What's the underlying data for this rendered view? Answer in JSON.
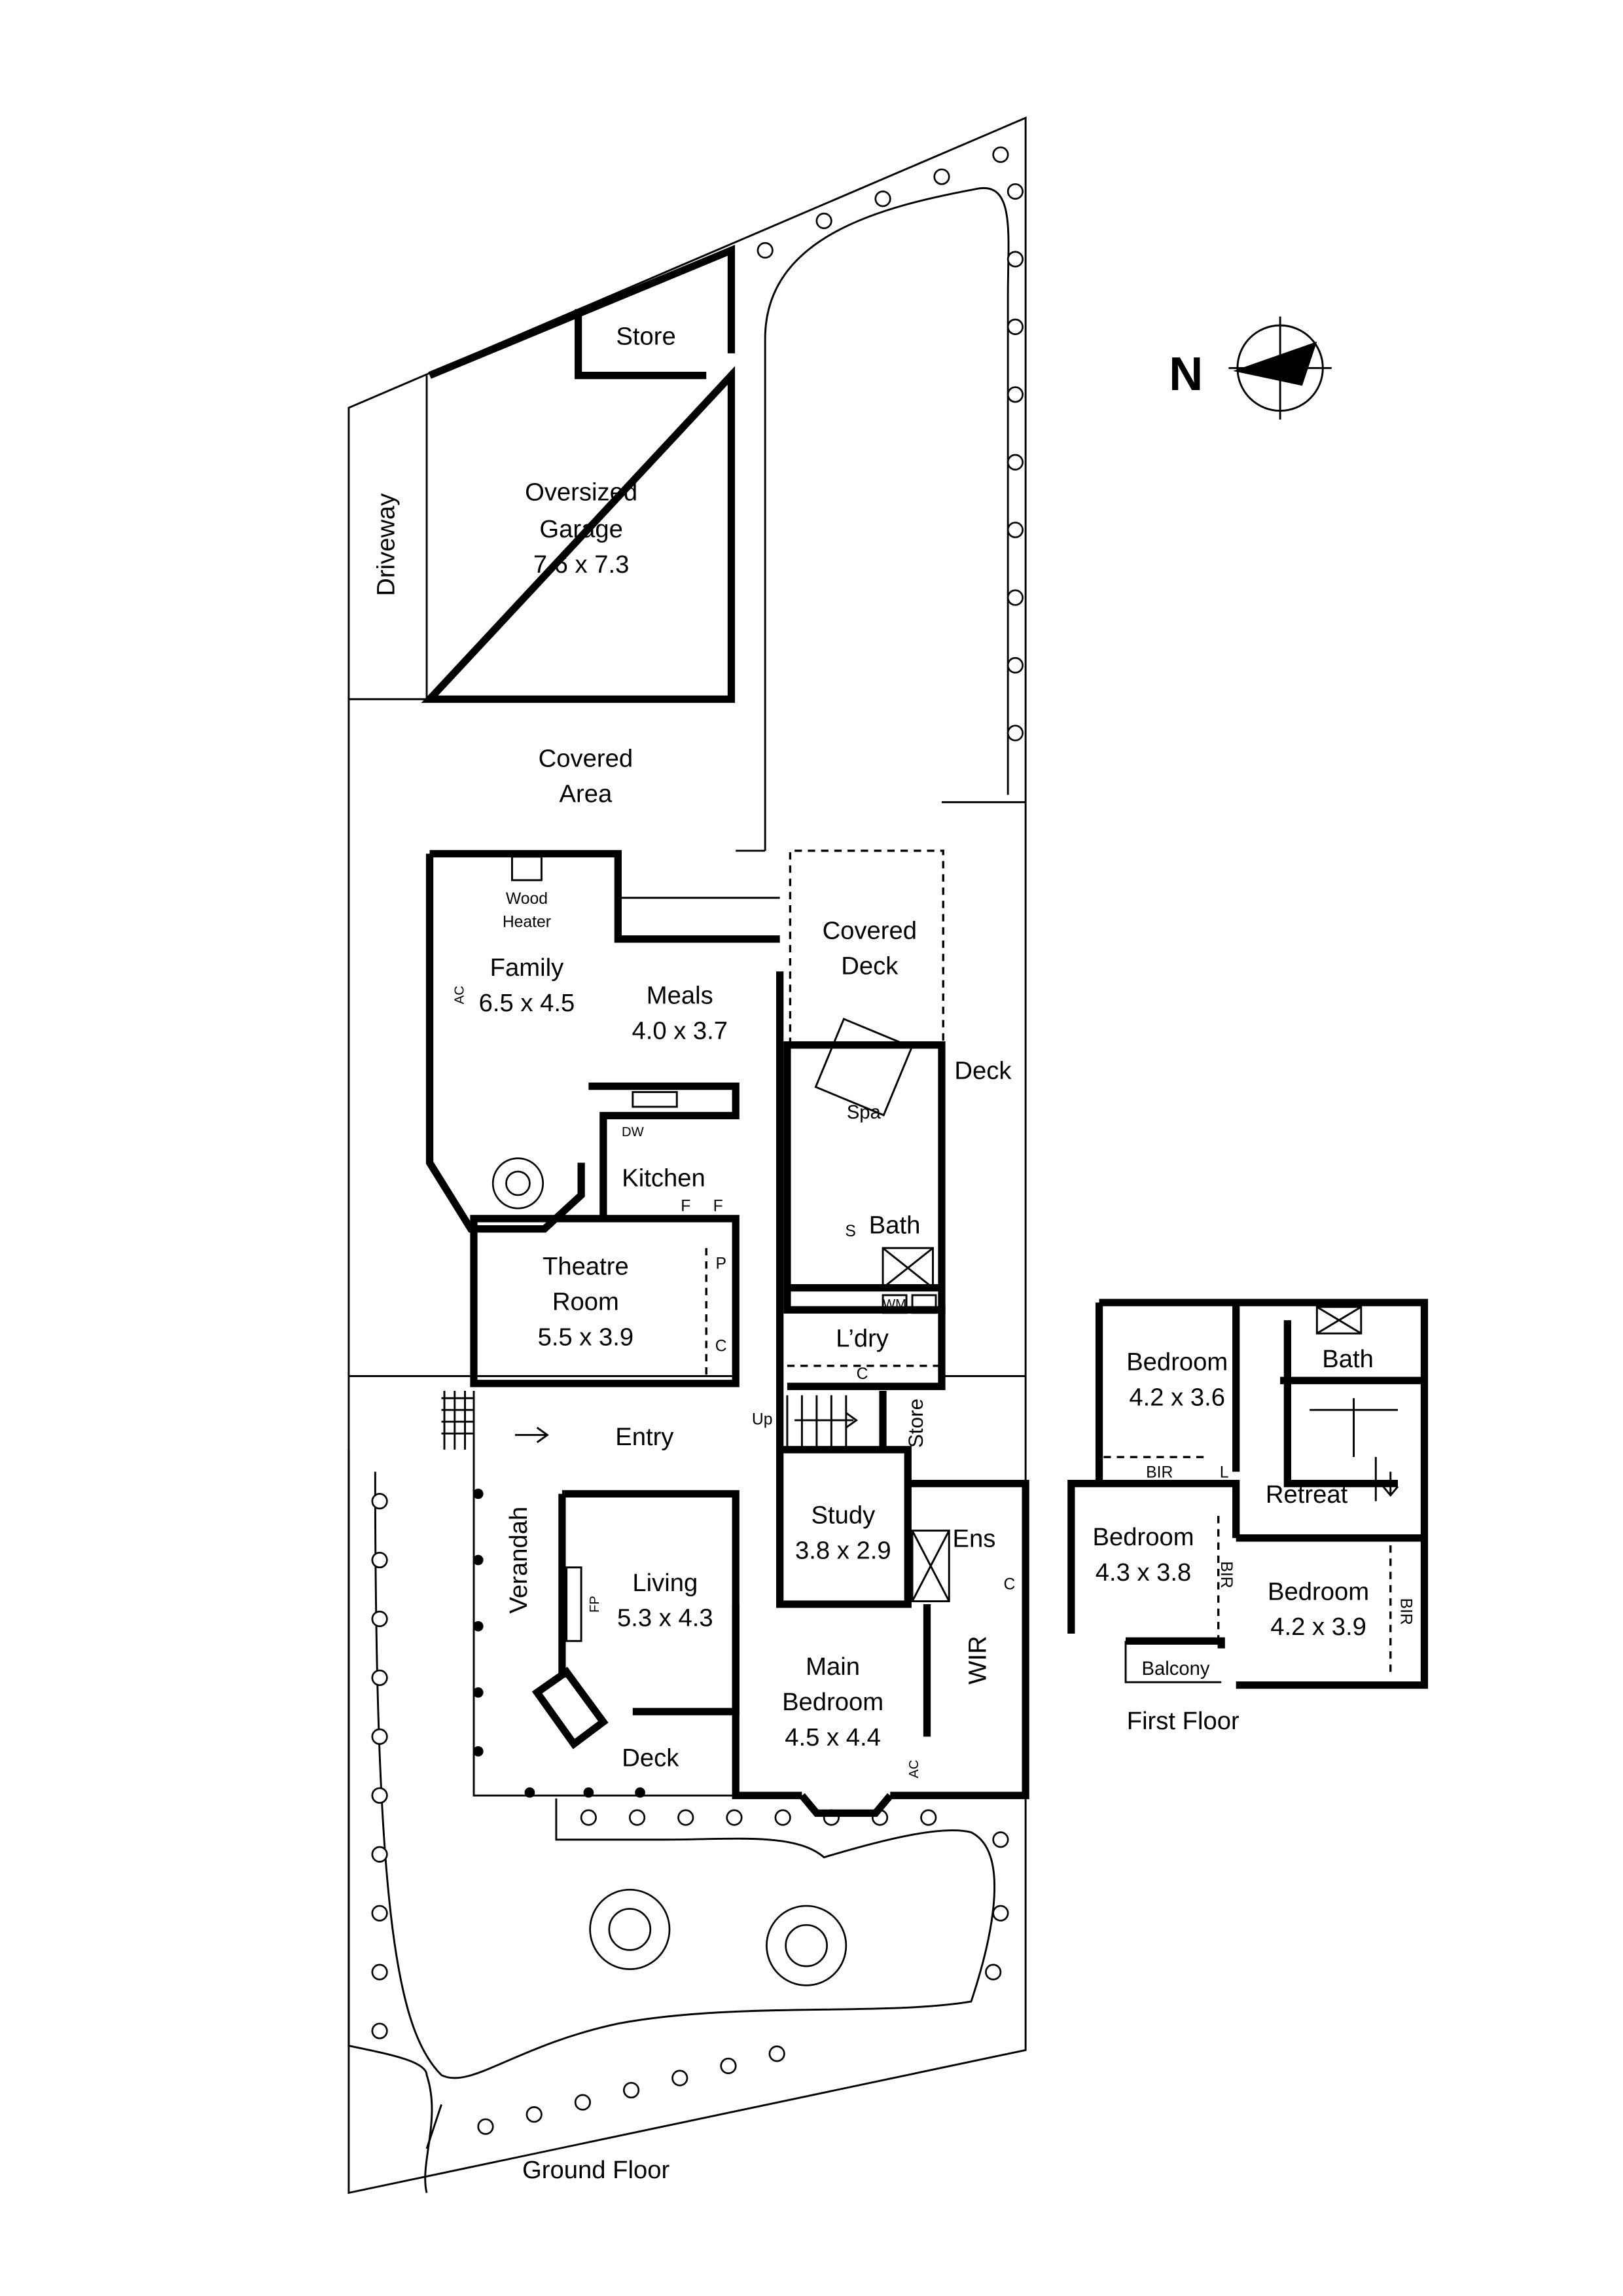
{
  "compass": {
    "label": "N"
  },
  "ground_floor": {
    "title": "Ground Floor",
    "driveway": "Driveway",
    "store_top": "Store",
    "garage": {
      "line1": "Oversized",
      "line2": "Garage",
      "size": "7.6 x 7.3"
    },
    "covered_area": {
      "line1": "Covered",
      "line2": "Area"
    },
    "wood_heater": {
      "line1": "Wood",
      "line2": "Heater"
    },
    "family": {
      "name": "Family",
      "size": "6.5 x 4.5",
      "ac": "AC"
    },
    "meals": {
      "name": "Meals",
      "size": "4.0 x 3.7"
    },
    "covered_deck": {
      "line1": "Covered",
      "line2": "Deck"
    },
    "deck_right": "Deck",
    "spa": "Spa",
    "kitchen": {
      "name": "Kitchen",
      "dw": "DW",
      "f1": "F",
      "f2": "F"
    },
    "bath": {
      "name": "Bath",
      "s": "S"
    },
    "laundry": {
      "name": "L’dry",
      "wm": "WM",
      "c": "C"
    },
    "theatre": {
      "line1": "Theatre",
      "line2": "Room",
      "size": "5.5 x 3.9",
      "p": "P",
      "c": "C"
    },
    "entry": "Entry",
    "up": "Up",
    "store_small": "Store",
    "study": {
      "name": "Study",
      "size": "3.8 x 2.9"
    },
    "ens": {
      "name": "Ens",
      "c": "C"
    },
    "verandah": "Verandah",
    "living": {
      "name": "Living",
      "size": "5.3 x 4.3",
      "fp": "FP"
    },
    "wir": "WIR",
    "main_bedroom": {
      "line1": "Main",
      "line2": "Bedroom",
      "size": "4.5 x 4.4",
      "ac": "AC"
    },
    "deck_bottom": "Deck"
  },
  "first_floor": {
    "title": "First Floor",
    "bedroom1": {
      "name": "Bedroom",
      "size": "4.2 x 3.6",
      "bir": "BIR"
    },
    "linen": "L",
    "bath": "Bath",
    "retreat": "Retreat",
    "bedroom2": {
      "name": "Bedroom",
      "size": "4.3 x 3.8",
      "bir": "BIR"
    },
    "bedroom3": {
      "name": "Bedroom",
      "size": "4.2 x 3.9",
      "bir": "BIR"
    },
    "balcony": "Balcony"
  }
}
